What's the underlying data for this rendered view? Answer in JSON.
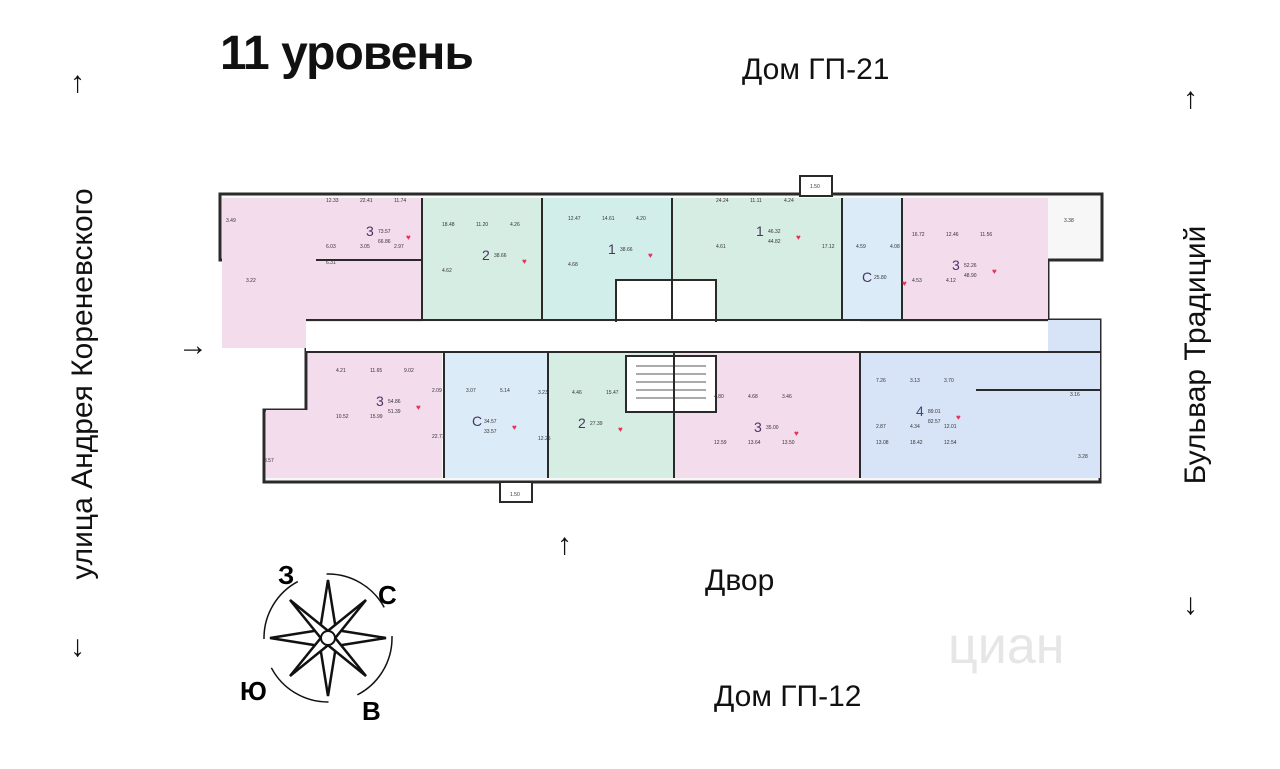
{
  "title": "11 уровень",
  "house_top": "Дом ГП-21",
  "house_bottom": "Дом ГП-12",
  "yard": "Двор",
  "street_left": "улица Андрея Кореневского",
  "street_right": "Бульвар Традиций",
  "watermark": "циан",
  "arrows": {
    "up": "↑",
    "down": "↓",
    "right": "→"
  },
  "compass": {
    "north": "С",
    "south": "Ю",
    "west": "З",
    "east": "В"
  },
  "colors": {
    "pink": "#f3dcec",
    "green": "#d5ede3",
    "teal": "#d2eeea",
    "blue": "#d7e3f6",
    "lightblue": "#dcebf8",
    "wall": "#2a2a2a",
    "heart": "#e4325a"
  },
  "balconies": {
    "top_left": "3.49",
    "left_mid": "3.22",
    "top_center": "1.50",
    "top_right": "3.38",
    "right_mid": "3.16",
    "bottom_left": "3.57",
    "bottom_center": "1.50",
    "bottom_right": "3.28"
  },
  "apartments": [
    {
      "id": "a1",
      "rooms": "3",
      "area": "73.57",
      "living": "66.86",
      "color": "pink",
      "rooms_list": [
        "12.33",
        "22.41",
        "11.74",
        "6.03",
        "3.05",
        "2.97",
        "6.31"
      ]
    },
    {
      "id": "a2",
      "rooms": "2",
      "area": "38.66",
      "color": "green",
      "rooms_list": [
        "18.48",
        "11.20",
        "4.26",
        "4.62"
      ]
    },
    {
      "id": "a3",
      "rooms": "1",
      "area": "38.66",
      "color": "teal",
      "rooms_list": [
        "12.47",
        "14.61",
        "4.20",
        "4.68"
      ]
    },
    {
      "id": "a4",
      "rooms": "1",
      "area": "46.32",
      "living": "44.82",
      "color": "green",
      "rooms_list": [
        "24.24",
        "11.11",
        "4.24",
        "4.61"
      ]
    },
    {
      "id": "a5",
      "rooms": "С",
      "area": "25.80",
      "color": "lightblue",
      "rooms_list": [
        "17.12",
        "4.59",
        "4.08"
      ]
    },
    {
      "id": "a6",
      "rooms": "3",
      "area": "52.26",
      "living": "48.90",
      "color": "pink",
      "rooms_list": [
        "16.72",
        "12.46",
        "11.56",
        "4.53",
        "4.12"
      ]
    },
    {
      "id": "a7",
      "rooms": "3",
      "area": "54.86",
      "living": "51.39",
      "color": "pink",
      "rooms_list": [
        "4.21",
        "11.65",
        "9.02",
        "10.52",
        "15.99"
      ]
    },
    {
      "id": "a8",
      "rooms": "С",
      "area": "34.57",
      "living": "33.57",
      "color": "lightblue",
      "rooms_list": [
        "2.09",
        "3.07",
        "5.14",
        "22.77"
      ]
    },
    {
      "id": "a9",
      "rooms": "2",
      "area": "27.39",
      "color": "green",
      "rooms_list": [
        "3.23",
        "4.46",
        "15.47",
        "12.25"
      ]
    },
    {
      "id": "a10",
      "rooms": "3",
      "area": "35.00",
      "color": "pink",
      "rooms_list": [
        "4.80",
        "4.68",
        "3.46",
        "12.59",
        "13.64",
        "13.50"
      ]
    },
    {
      "id": "a11",
      "rooms": "4",
      "area": "89.01",
      "living": "82.57",
      "color": "blue",
      "rooms_list": [
        "7.26",
        "3.13",
        "3.70",
        "2.87",
        "4.34",
        "12.01",
        "13.08",
        "18.42",
        "12.54"
      ]
    }
  ]
}
